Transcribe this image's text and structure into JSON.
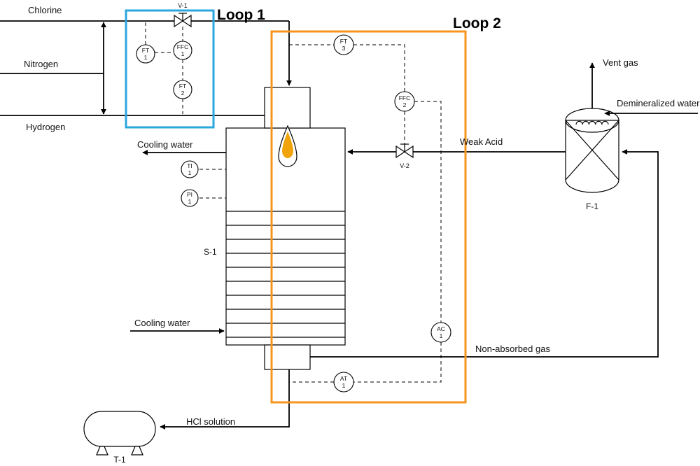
{
  "loops": {
    "loop1": {
      "label": "Loop 1",
      "color": "#2BA7DF"
    },
    "loop2": {
      "label": "Loop 2",
      "color": "#F7941E"
    }
  },
  "colors": {
    "flame": "#F0A30A"
  },
  "streams": {
    "chlorine": "Chlorine",
    "nitrogen": "Nitrogen",
    "hydrogen": "Hydrogen",
    "cooling_water_out": "Cooling water",
    "cooling_water_in": "Cooling water",
    "weak_acid": "Weak Acid",
    "vent_gas": "Vent gas",
    "demineralized_water": "Demineralized water",
    "non_absorbed_gas": "Non-absorbed gas",
    "hcl_solution": "HCl solution"
  },
  "equipment": {
    "s1": "S-1",
    "f1": "F-1",
    "t1": "T-1"
  },
  "valves": {
    "v1": "V-1",
    "v2": "V-2"
  },
  "instruments": {
    "ft1": {
      "tag": "FT",
      "num": "1"
    },
    "ffc1": {
      "tag": "FFC",
      "num": "1"
    },
    "ft2": {
      "tag": "FT",
      "num": "2"
    },
    "ft3": {
      "tag": "FT",
      "num": "3"
    },
    "ffc2": {
      "tag": "FFC",
      "num": "2"
    },
    "ti1": {
      "tag": "TI",
      "num": "1"
    },
    "pi1": {
      "tag": "PI",
      "num": "1"
    },
    "ac1": {
      "tag": "AC",
      "num": "1"
    },
    "at1": {
      "tag": "AT",
      "num": "1"
    }
  }
}
